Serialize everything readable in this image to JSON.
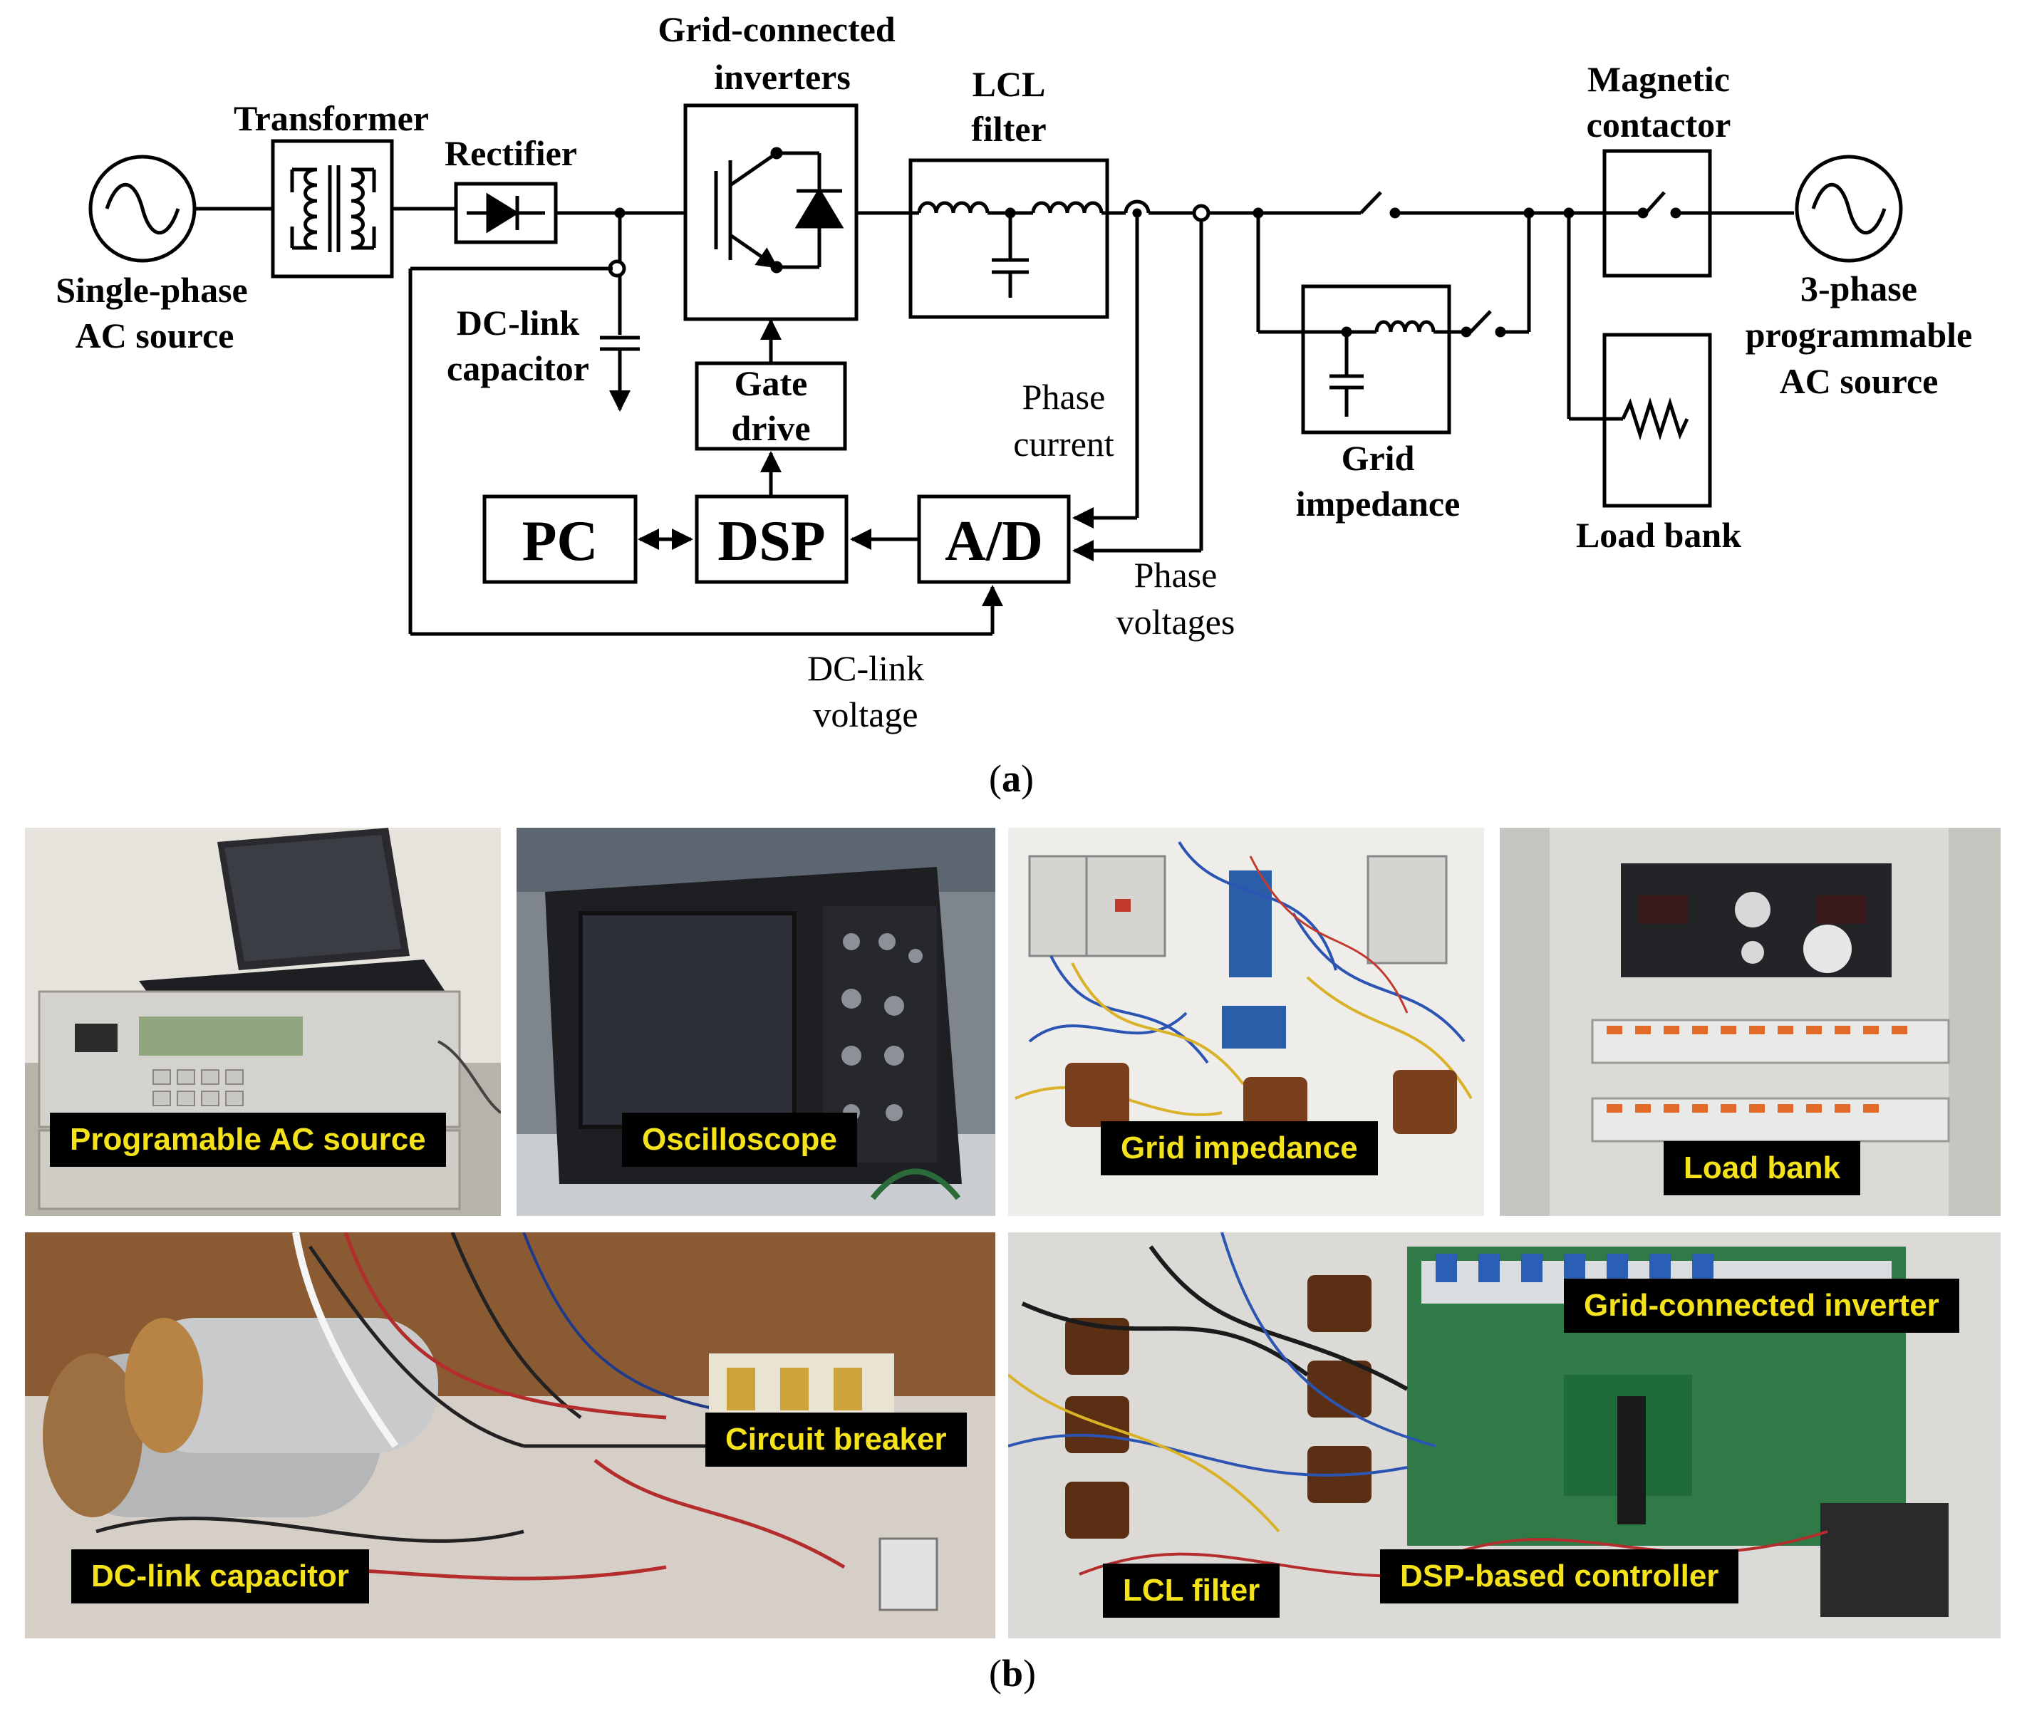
{
  "schematic": {
    "labels": {
      "single_phase_1": "Single-phase",
      "single_phase_2": "AC source",
      "transformer": "Transformer",
      "rectifier": "Rectifier",
      "inverters_1": "Grid-connected",
      "inverters_2": "inverters",
      "lcl_1": "LCL",
      "lcl_2": "filter",
      "contactor_1": "Magnetic",
      "contactor_2": "contactor",
      "three_phase_1": "3-phase",
      "three_phase_2": "programmable",
      "three_phase_3": "AC source",
      "dclink_cap_1": "DC-link",
      "dclink_cap_2": "capacitor",
      "gate_1": "Gate",
      "gate_2": "drive",
      "pc": "PC",
      "dsp": "DSP",
      "ad": "A/D",
      "phase_current_1": "Phase",
      "phase_current_2": "current",
      "phase_voltages_1": "Phase",
      "phase_voltages_2": "voltages",
      "dclink_voltage_1": "DC-link",
      "dclink_voltage_2": "voltage",
      "grid_imp_1": "Grid",
      "grid_imp_2": "impedance",
      "load_bank": "Load bank"
    },
    "caption_open": "(",
    "caption_letter": "a",
    "caption_close": ")"
  },
  "photos": {
    "tags": {
      "ac_source": "Programable AC source",
      "oscilloscope": "Oscilloscope",
      "grid_impedance": "Grid impedance",
      "load_bank": "Load bank",
      "dclink": "DC-link capacitor",
      "breaker": "Circuit breaker",
      "inverter": "Grid-connected inverter",
      "lcl": "LCL filter",
      "dsp": "DSP-based controller"
    },
    "caption_open": "(",
    "caption_letter": "b",
    "caption_close": ")"
  },
  "colors": {
    "tag_bg": "#000000",
    "tag_text": "#f4e21a",
    "line": "#000000"
  }
}
